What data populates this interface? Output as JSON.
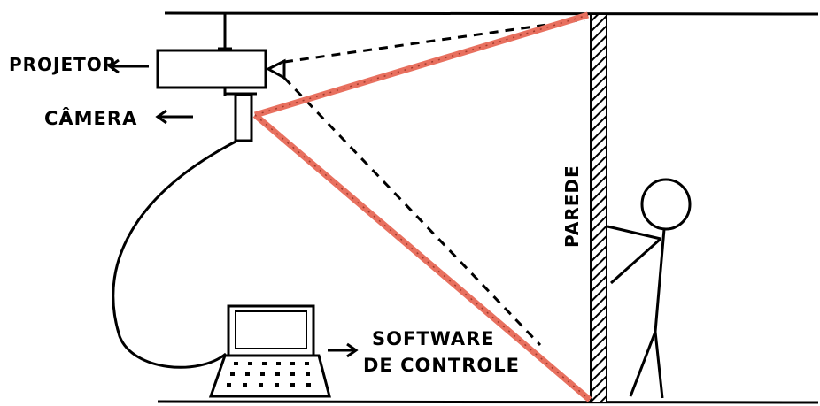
{
  "labels": {
    "projector": "PROJETOR",
    "camera": "CÂMERA",
    "wall": "PAREDE",
    "software_line1": "SOFTWARE",
    "software_line2": "DE CONTROLE"
  },
  "colors": {
    "ink": "#000000",
    "camera_field": "#e8705f",
    "background": "#ffffff"
  },
  "icons": {
    "projector": "projector-icon",
    "camera": "camera-icon",
    "laptop": "laptop-icon",
    "person": "stick-figure-icon"
  }
}
